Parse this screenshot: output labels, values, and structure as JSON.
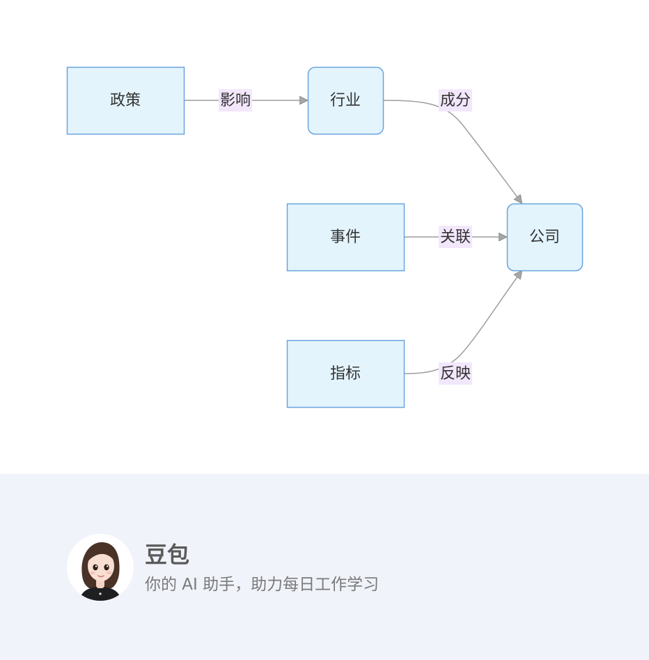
{
  "diagram": {
    "nodes": {
      "policy": "政策",
      "industry": "行业",
      "event": "事件",
      "indicator": "指标",
      "company": "公司"
    },
    "edges": {
      "influence": "影响",
      "component": "成分",
      "association": "关联",
      "reflection": "反映"
    }
  },
  "footer": {
    "brand_name": "豆包",
    "tagline": "你的 AI 助手，助力每日工作学习"
  },
  "colors": {
    "node_fill": "#e3f4fd",
    "node_stroke": "#6aa3de",
    "edge_stroke": "#9e9e9e",
    "edge_label_bg": "#f2e7fb",
    "footer_bg": "#f0f3f9"
  }
}
